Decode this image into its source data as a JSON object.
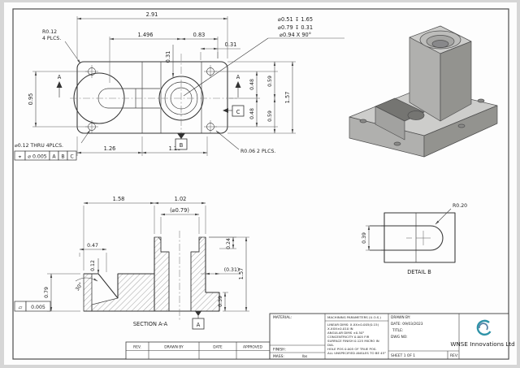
{
  "colors": {
    "background": "#d6d6d6",
    "paper": "#fdfdfd",
    "line": "#3c3c3c",
    "iso_light": "#cdcdcb",
    "iso_mid": "#b0b0ae",
    "iso_dark": "#93938f",
    "iso_darker": "#757572",
    "logo_teal": "#2f93a8",
    "logo_text_color": "#8fb3d1"
  },
  "top_view": {
    "dim_total_width": "2.91",
    "dim_width_left": "1.496",
    "dim_width_right": "0.83",
    "dim_offset_top": "0.31",
    "dim_offset_right": "0.31",
    "dim_hole_spacing": "0.95",
    "dim_right_inner_top": "0.48",
    "dim_right_inner_bottom": "0.48",
    "dim_right_outer_top": "0.59",
    "dim_right_outer_bottom": "0.59",
    "dim_total_height": "1.57",
    "dim_bottom_left": "1.26",
    "dim_bottom_right": "1.26",
    "label_fillet_line1": "R0.12",
    "label_fillet_line2": "4 PLCS.",
    "callout_line1": "⌀0.51 ↧ 1.65",
    "callout_line2": "⌀0.79 ↧ 0.31",
    "callout_line3": "⌀0.94 X 90°",
    "label_thru_holes": "⌀0.12 THRU 4PLCS.",
    "fcf": {
      "symbol": "⌖",
      "tolerance": "⌀ 0.005",
      "datum1": "A",
      "datum2": "B",
      "datum3": "C"
    },
    "label_corner_radius": "R0.06 2 PLCS.",
    "datum_a_left": "A",
    "datum_a_right": "A",
    "datum_b": "B",
    "datum_c": "C"
  },
  "section_view": {
    "title": "SECTION  A-A",
    "dim_left_width": "1.58",
    "dim_right_width": "1.02",
    "dim_bore_ref": "(⌀0.79)",
    "dim_slot_width": "0.47",
    "dim_step": "0.12",
    "dim_left_height": "0.79",
    "dim_angle": "30°",
    "dim_counterbore_depth": "0.24",
    "dim_step_width_ref": "(0.31)",
    "dim_base_height": "0.39",
    "dim_total_height": "1.57",
    "fcf": {
      "symbol": "▱",
      "tolerance": "0.005"
    },
    "datum_a": "A"
  },
  "detail_view": {
    "title": "DETAIL B",
    "label_radius": "R0.20",
    "dim_slot_width": "0.39"
  },
  "rev_table": {
    "headers": [
      "REV.",
      "DRAWN BY",
      "DATE",
      "APPROVED"
    ]
  },
  "title_block": {
    "material_label": "MATERIAL:",
    "finish_label": "FINISH:",
    "mass_label": "MASS:",
    "mass_value": "lbs",
    "machining_header": "MACHINING PARAMETERS (U.O.S.)",
    "machining_lines": [
      "LINEAR DIMS: X.XX±0.005(0.15)",
      "X.XXX±0.010 IN",
      "ANGULAR DIMS ±0.50°",
      "CONCENTRICITY 0.005 FIR",
      "SURFACE FINISH 0.125 MICRO IN",
      "DIA.",
      "HOLE POS 0.005 OF TRUE POS.",
      "ALL UNSPECIFIED ANGLES TO BE 45°"
    ],
    "drawn_by_label": "DRAWN BY:",
    "date_label": "DATE: 09/03/2023",
    "title_label": "TITLE:",
    "dwg_no_label": "DWG NO:",
    "sheet_label": "SHEET 1 OF 1",
    "rev_label": "REV:",
    "company": "WNSE Innovations Ltd"
  }
}
